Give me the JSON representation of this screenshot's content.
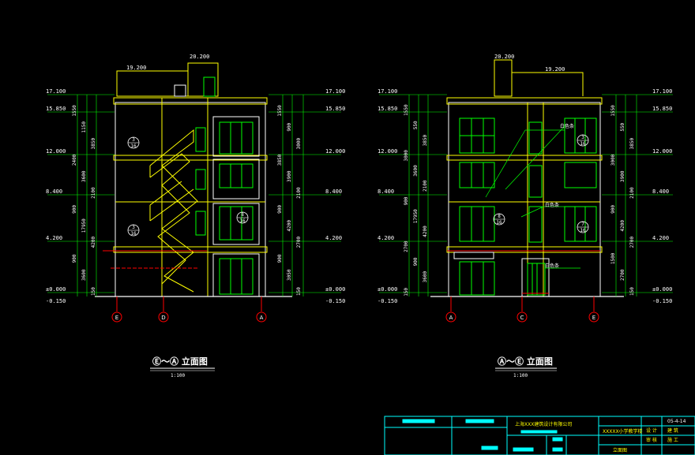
{
  "left_elevation": {
    "title": "Ⓔ～Ⓐ 立面图",
    "scale": "1:100",
    "roof_levels": [
      "20.200",
      "19.200"
    ],
    "levels_left": [
      "17.100",
      "15.850",
      "12.000",
      "8.400",
      "4.200",
      "±0.000",
      "-0.150"
    ],
    "levels_right": [
      "17.100",
      "15.850",
      "12.000",
      "8.400",
      "4.200",
      "±0.000",
      "-0.150"
    ],
    "dims_left": [
      "1550",
      "1150",
      "3850",
      "2400",
      "3600",
      "2100",
      "900",
      "17950",
      "4200",
      "900",
      "3600",
      "150"
    ],
    "dims_right": [
      "1550",
      "900",
      "3000",
      "3850",
      "3900",
      "2100",
      "900",
      "4200",
      "2700",
      "900",
      "3050",
      "150"
    ],
    "axes": [
      "E",
      "D",
      "A"
    ],
    "callouts": [
      {
        "top": "3",
        "bottom": "16"
      },
      {
        "top": "3",
        "bottom": "16"
      },
      {
        "top": "8",
        "bottom": "16"
      }
    ]
  },
  "right_elevation": {
    "title": "Ⓐ～Ⓔ 立面图",
    "scale": "1:100",
    "roof_levels": [
      "20.200",
      "19.200"
    ],
    "levels_left": [
      "17.100",
      "15.850",
      "12.000",
      "8.400",
      "4.200",
      "±0.000",
      "-0.150"
    ],
    "levels_right": [
      "17.100",
      "15.850",
      "12.000",
      "8.400",
      "4.200",
      "±0.000",
      "-0.150"
    ],
    "dims_left": [
      "1550",
      "550",
      "3850",
      "3000",
      "3600",
      "2100",
      "900",
      "17950",
      "4200",
      "2700",
      "900",
      "3600",
      "150"
    ],
    "dims_right": [
      "1550",
      "550",
      "3850",
      "3000",
      "3900",
      "2100",
      "900",
      "4200",
      "2700",
      "1500",
      "2700",
      "150"
    ],
    "axes": [
      "A",
      "C",
      "E"
    ],
    "callouts": [
      {
        "top": "8",
        "bottom": "16"
      },
      {
        "top": "3",
        "bottom": "16"
      },
      {
        "top": "7",
        "bottom": "16"
      }
    ],
    "notes": [
      "白色条",
      "白色条",
      "白色条"
    ]
  },
  "title_block": {
    "company": "上海XXX建筑设计有限公司",
    "project": "XXXXX小学教学楼",
    "drawing": "立面图",
    "date": "05-4-14",
    "labels": [
      "建 筑",
      "施 工",
      "设 计",
      "审 核"
    ]
  },
  "colors": {
    "background": "#000000",
    "outline": "#ffffff",
    "facade": "#ffff00",
    "glazing": "#00ff00",
    "dimension": "#00ff00",
    "axis": "#ff0000",
    "titleblock": "#00ffff"
  }
}
